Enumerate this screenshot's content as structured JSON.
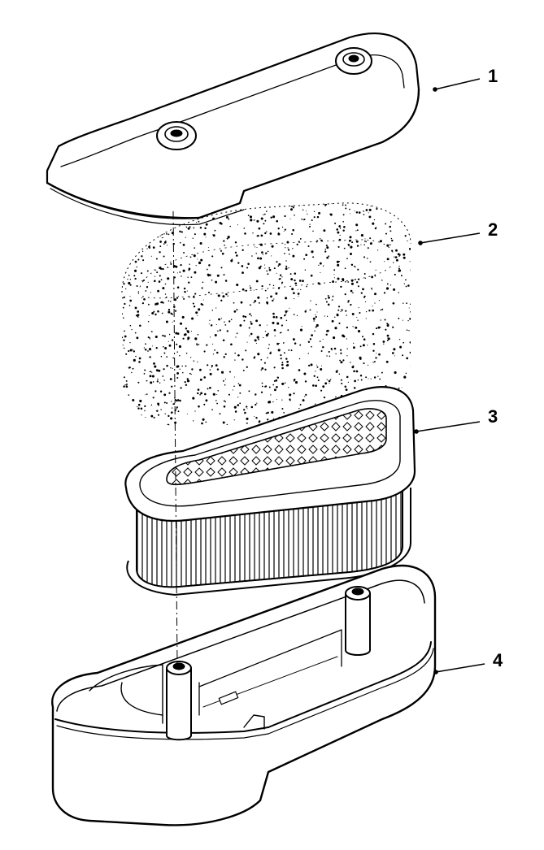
{
  "diagram": {
    "type": "exploded-view",
    "parts": [
      {
        "number": "1",
        "part": "cover"
      },
      {
        "number": "2",
        "part": "foam-pre-cleaner"
      },
      {
        "number": "3",
        "part": "paper-filter-element"
      },
      {
        "number": "4",
        "part": "base"
      }
    ],
    "colors": {
      "ink": "#000000",
      "paper": "#ffffff"
    }
  }
}
